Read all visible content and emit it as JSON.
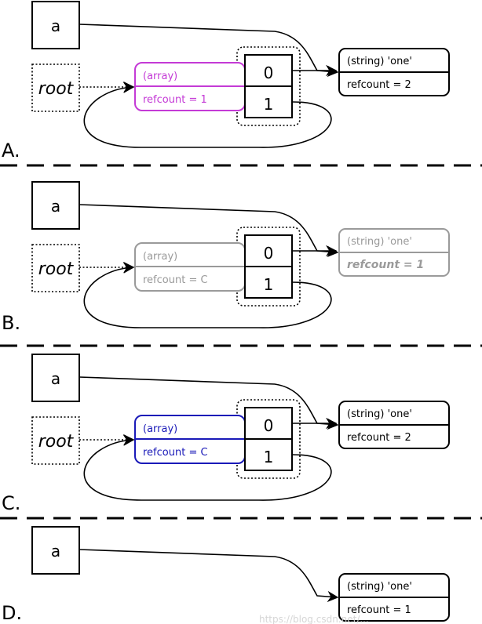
{
  "colors": {
    "magenta": "#c43ad6",
    "gray": "#9a9a9a",
    "blue": "#1a1ab8",
    "black": "#000000"
  },
  "panels": [
    {
      "label": "A.",
      "var_a": "a",
      "root": "root",
      "array_title": "(array)",
      "array_refcount": "refcount = 1",
      "array_color": "magenta",
      "cells": [
        "0",
        "1"
      ],
      "string_title": "(string) 'one'",
      "string_refcount": "refcount = 2",
      "string_style": "normal"
    },
    {
      "label": "B.",
      "var_a": "a",
      "root": "root",
      "array_title": "(array)",
      "array_refcount": "refcount = C",
      "array_color": "gray",
      "cells": [
        "0",
        "1"
      ],
      "string_title": "(string) 'one'",
      "string_refcount": "refcount = 1",
      "string_style": "gray-bold"
    },
    {
      "label": "C.",
      "var_a": "a",
      "root": "root",
      "array_title": "(array)",
      "array_refcount": "refcount = C",
      "array_color": "blue",
      "cells": [
        "0",
        "1"
      ],
      "string_title": "(string) 'one'",
      "string_refcount": "refcount = 2",
      "string_style": "normal"
    },
    {
      "label": "D.",
      "var_a": "a",
      "string_title": "(string) 'one'",
      "string_refcount": "refcount = 1",
      "string_style": "normal"
    }
  ],
  "watermark": "https://blog.csdn.net/..."
}
